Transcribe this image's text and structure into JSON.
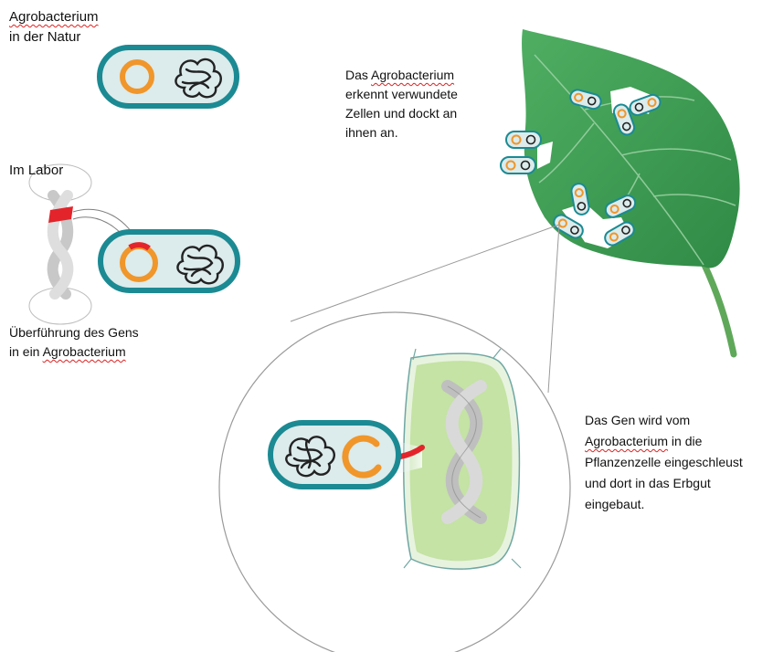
{
  "labels": {
    "nature_line1": "Agrobacterium",
    "nature_line2": "in der Natur",
    "lab": "Im Labor",
    "transfer_line1": "Überführung  des Gens",
    "transfer_line2_a": "in ein ",
    "transfer_line2_b": "Agrobacterium",
    "docks_line1_a": "Das ",
    "docks_line1_b": "Agrobacterium",
    "docks_line2": "erkennt  verwundete",
    "docks_line3": "Zellen  und  dockt  an",
    "docks_line4": "ihnen an.",
    "gene_line1": "Das Gen wird vom",
    "gene_line2_a": "Agrobacterium",
    "gene_line2_b": "  in die",
    "gene_line3": "Pflanzenzelle  eingeschleust",
    "gene_line4": "und dort  in das Erbgut",
    "gene_line5": "eingebaut."
  },
  "colors": {
    "bacterium_outline": "#1b8a93",
    "bacterium_fill": "#dcebeb",
    "plasmid": "#f0962a",
    "gene": "#e3242b",
    "leaf": "#3f9e55",
    "leaf_vein": "#9ed3a6",
    "plant_cell": "#c4e3a4",
    "dna": "#bfbfbf"
  },
  "icons": {
    "dna": "dna-helix-icon",
    "plasmid": "plasmid-ring-icon",
    "chromosome": "bacterial-chromosome-icon",
    "leaf": "leaf-icon"
  }
}
